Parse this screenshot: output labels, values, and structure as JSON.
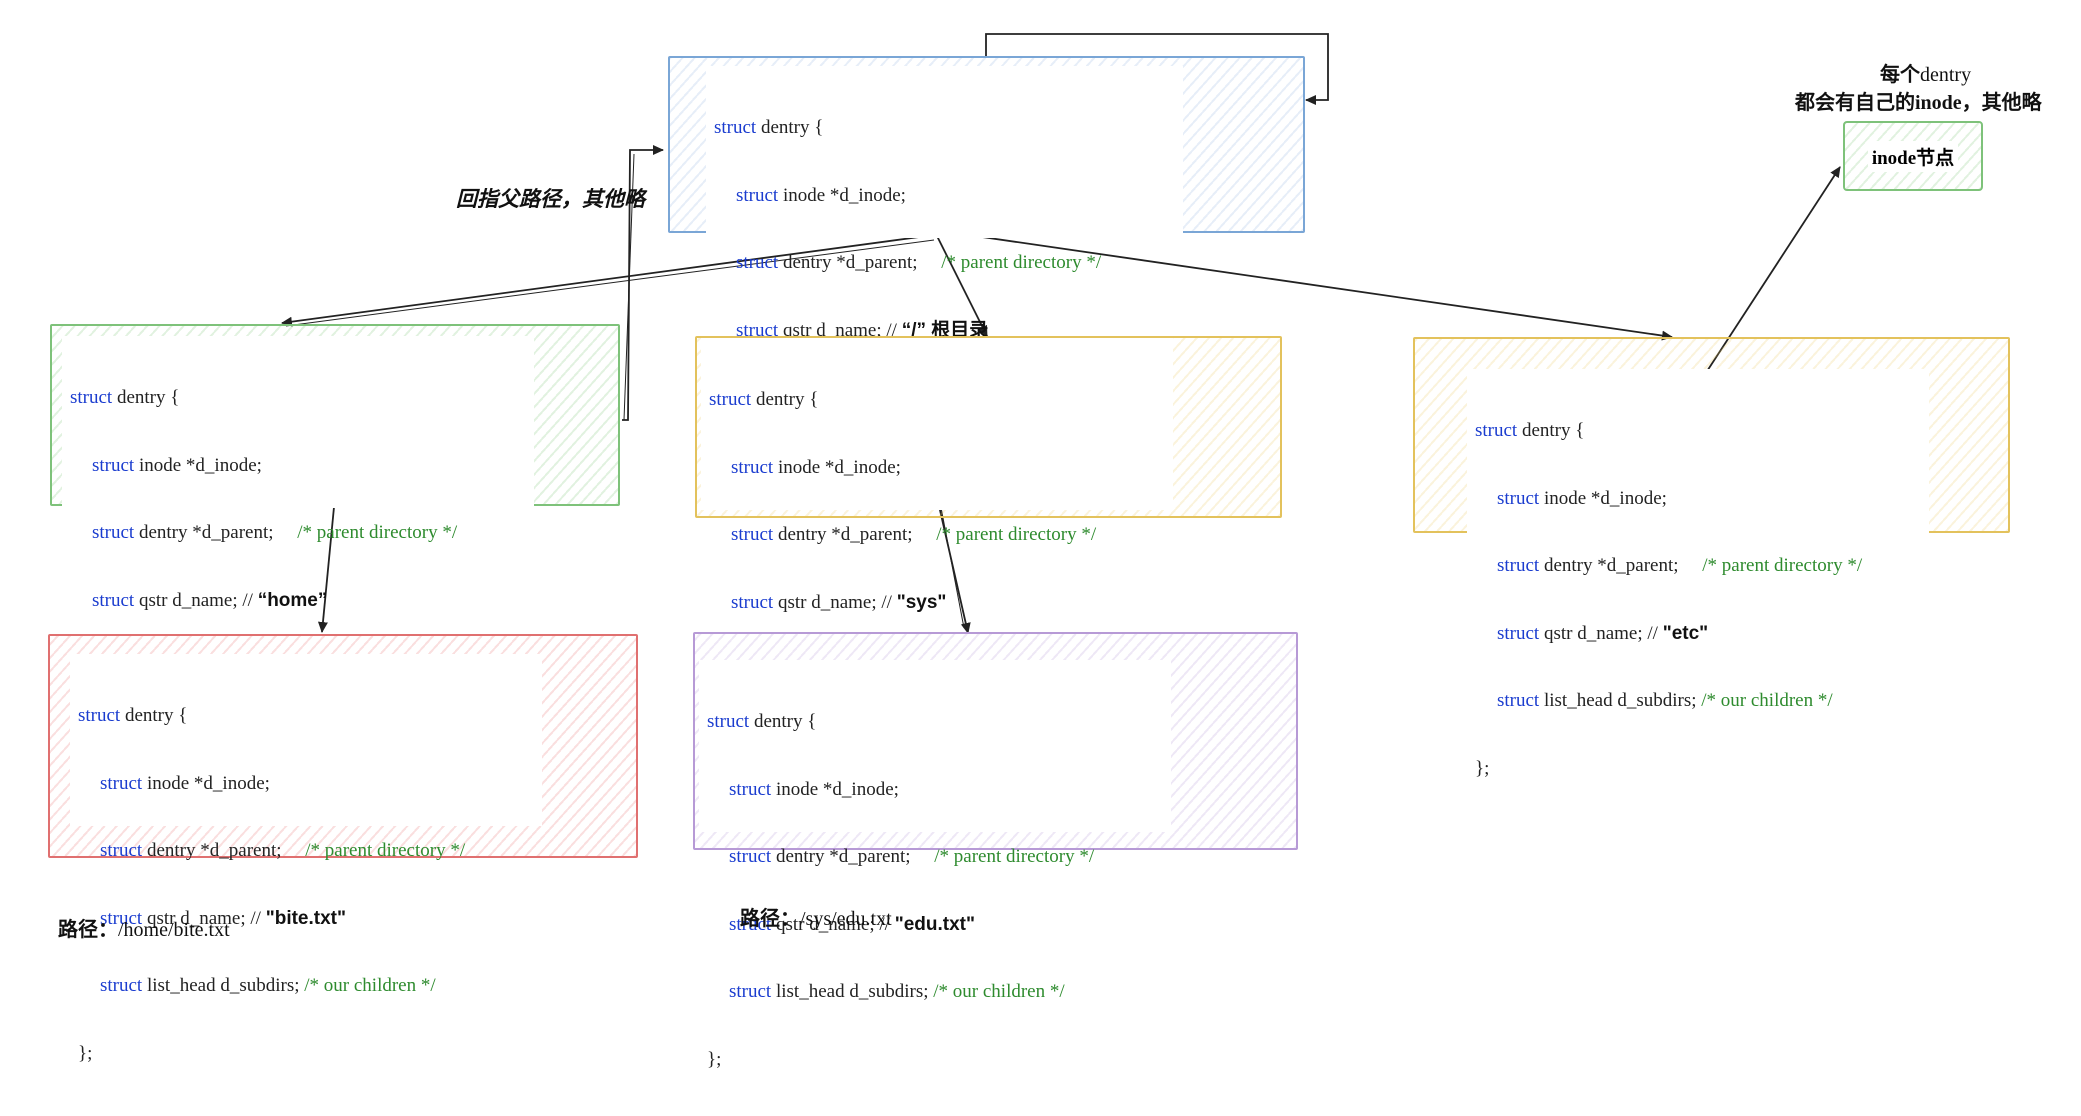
{
  "code_template": {
    "open": "struct",
    "type": "dentry",
    "brace_open": "{",
    "line1_kw": "struct",
    "line1_rest": "inode *d_inode;",
    "line2_kw": "struct",
    "line2_rest": "dentry *d_parent;",
    "line2_comment": "/* parent directory */",
    "line3_kw": "struct",
    "line3_rest": "qstr d_name; //",
    "line4_kw": "struct",
    "line4_rest": "list_head d_subdirs;",
    "line4_comment": "/* our children */",
    "close": "};"
  },
  "nodes": {
    "root": {
      "name": "“/” 根目录",
      "color": "#7aa6d6"
    },
    "home": {
      "name": "“home”",
      "color": "#7ec27a"
    },
    "sys": {
      "name": "\"sys\"",
      "color": "#e3c25c"
    },
    "etc": {
      "name": "\"etc\"",
      "color": "#e3c25c"
    },
    "bite": {
      "name": "\"bite.txt\"",
      "color": "#e07070"
    },
    "edu": {
      "name": "\"edu.txt\"",
      "color": "#b79ad6"
    }
  },
  "labels": {
    "back_to_parent": "回指父路径，其他略",
    "inode_note_line1_prefix": "每个",
    "inode_note_line1_word": "dentry",
    "inode_note_line2_prefix": "都会有自己的",
    "inode_note_line2_word": "inode",
    "inode_note_line2_suffix": "，其他略",
    "inode_box_word": "inode",
    "inode_box_suffix": "节点"
  },
  "paths": {
    "prefix": "路径：",
    "home_path": "/home/bite.txt",
    "sys_path": "/sys/edu.txt"
  }
}
